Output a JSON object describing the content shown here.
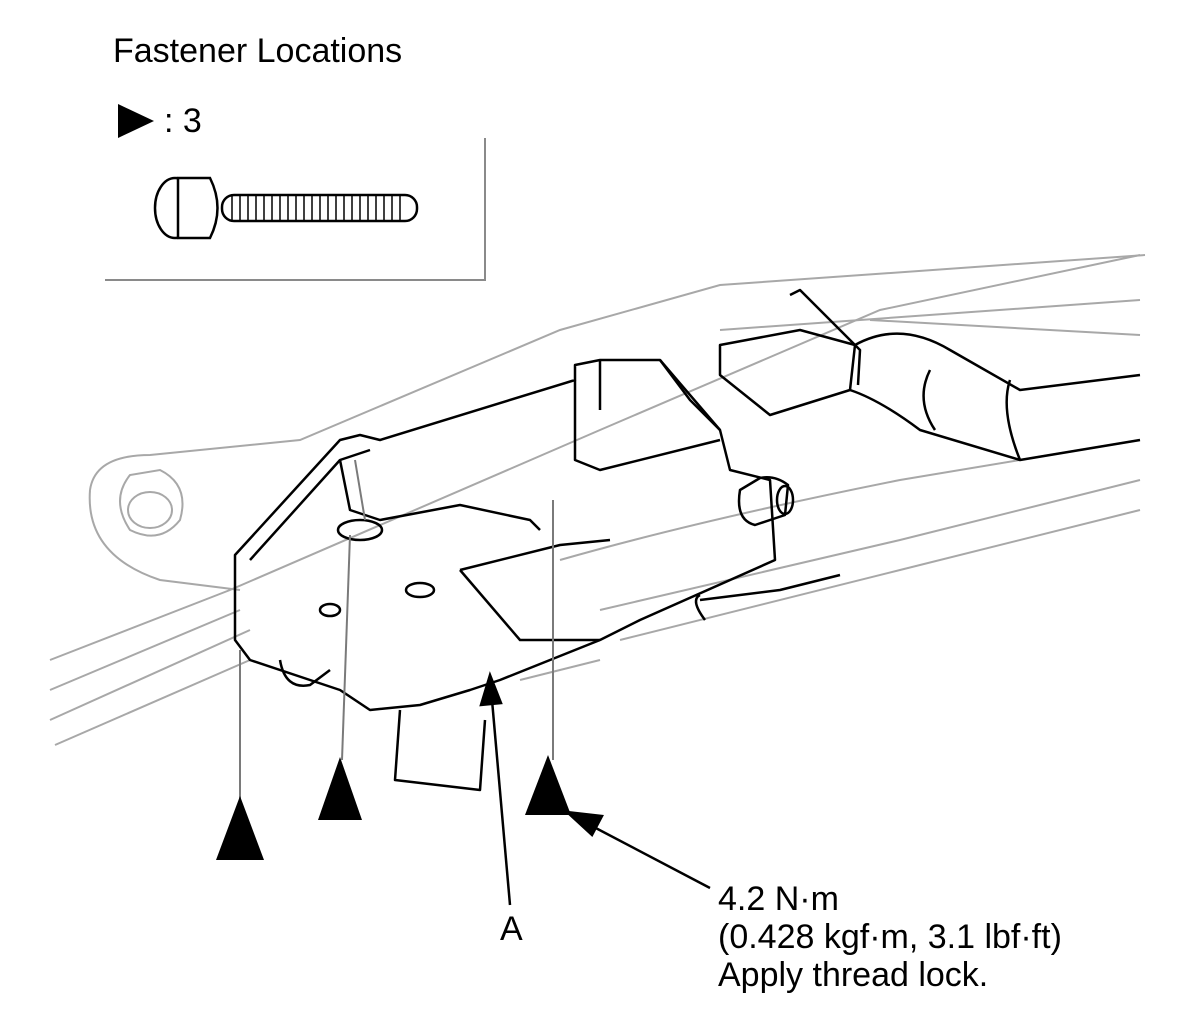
{
  "diagram": {
    "title": "Fastener Locations",
    "legend": {
      "marker": "triangle-marker",
      "text": ": 3"
    },
    "callout_a": "A",
    "torque_spec": {
      "line1": "4.2 N·m",
      "line2": "(0.428 kgf·m, 3.1 lbf·ft)",
      "line3": "Apply thread lock."
    },
    "colors": {
      "line": "#000000",
      "light_line": "#9a9a9a",
      "background": "#ffffff"
    }
  }
}
